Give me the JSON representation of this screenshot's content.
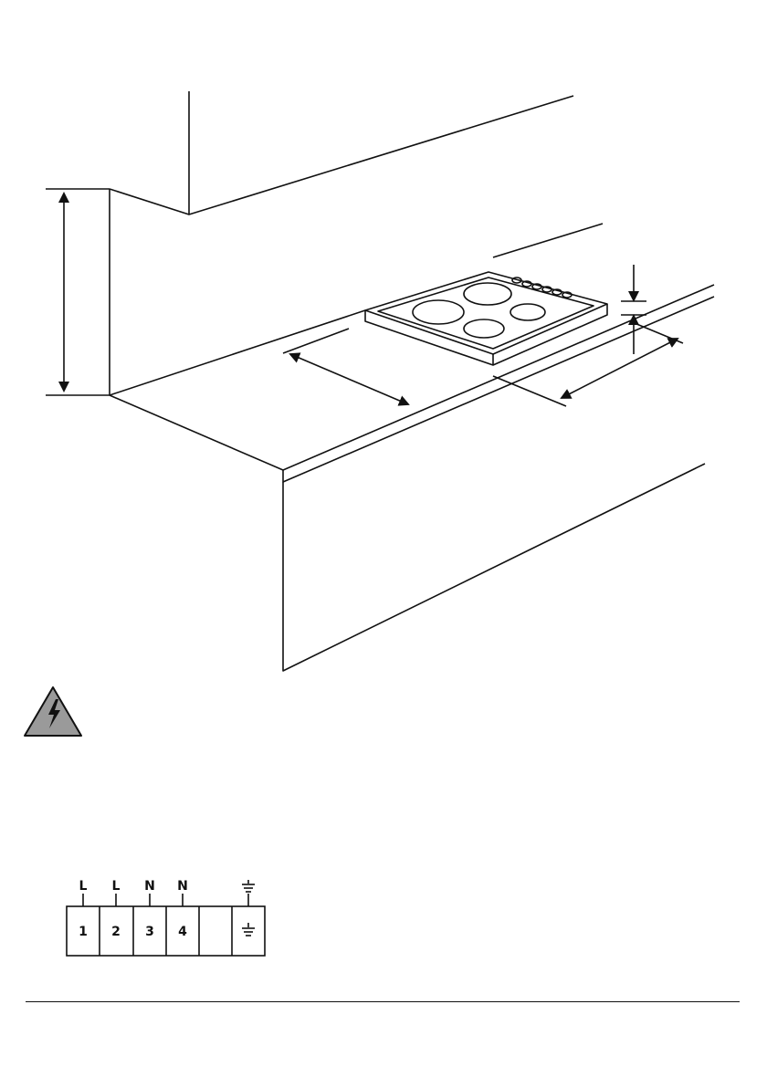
{
  "installation_drawing": {
    "line_color": "#111111"
  },
  "warning": {
    "icon": "electrical-hazard-icon",
    "fill_color": "#9a9a9a"
  },
  "terminal_block": {
    "terminals": [
      {
        "top_label": "L",
        "number": "1"
      },
      {
        "top_label": "L",
        "number": "2"
      },
      {
        "top_label": "N",
        "number": "3"
      },
      {
        "top_label": "N",
        "number": "4"
      },
      {
        "top_label": "",
        "number": ""
      },
      {
        "top_label": "earth-symbol",
        "number": "earth-symbol"
      }
    ]
  }
}
